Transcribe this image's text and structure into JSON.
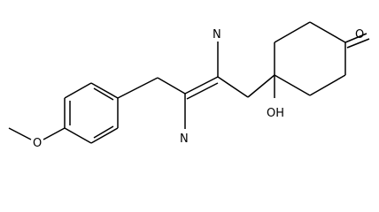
{
  "molecule": {
    "labels": {
      "nitrile_top_n": "N",
      "nitrile_bottom_n": "N",
      "hydroxyl": "OH",
      "ketone_oxygen": "O",
      "methoxy_oxygen": "O"
    }
  }
}
